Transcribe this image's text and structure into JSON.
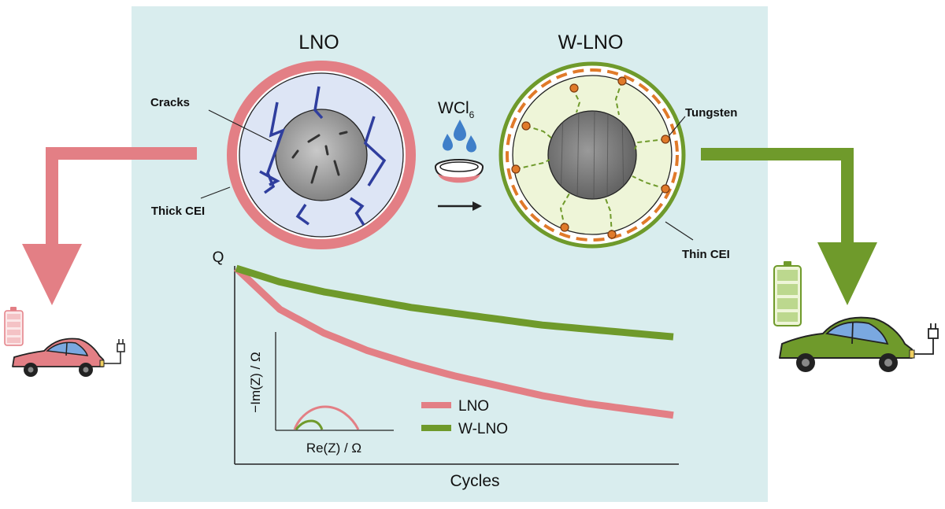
{
  "titles": {
    "left": "LNO",
    "right": "W-LNO"
  },
  "labels": {
    "cracks": "Cracks",
    "thick_cei": "Thick CEI",
    "tungsten": "Tungsten",
    "thin_cei": "Thin CEI",
    "reagent": "WCl",
    "reagent_sub": "6"
  },
  "chart_data": {
    "type": "line",
    "ylabel": "Q",
    "xlabel": "Cycles",
    "x": [
      0,
      10,
      20,
      30,
      40,
      50,
      60,
      70,
      80,
      90,
      100
    ],
    "series": [
      {
        "name": "LNO",
        "values": [
          1.0,
          0.79,
          0.67,
          0.58,
          0.51,
          0.45,
          0.4,
          0.35,
          0.31,
          0.28,
          0.25
        ]
      },
      {
        "name": "W-LNO",
        "values": [
          1.0,
          0.93,
          0.88,
          0.84,
          0.8,
          0.77,
          0.74,
          0.71,
          0.69,
          0.67,
          0.65
        ]
      }
    ],
    "legend": [
      {
        "name": "LNO",
        "color": "#e37f85"
      },
      {
        "name": "W-LNO",
        "color": "#6f9a2b"
      }
    ],
    "inset": {
      "type": "line",
      "xlabel": "Re(Z) / Ω",
      "ylabel": "−Im(Z) / Ω",
      "series": [
        {
          "name": "LNO",
          "shape": "semicircle",
          "relative_size": 1.0
        },
        {
          "name": "W-LNO",
          "shape": "semicircle",
          "relative_size": 0.4
        }
      ]
    }
  },
  "colors": {
    "panel": "#d9edee",
    "lno": "#e37f85",
    "wlno": "#6f9a2b",
    "crack": "#2f3e9e",
    "tungsten": "#e07a2a",
    "droplet": "#3f7fc9"
  }
}
